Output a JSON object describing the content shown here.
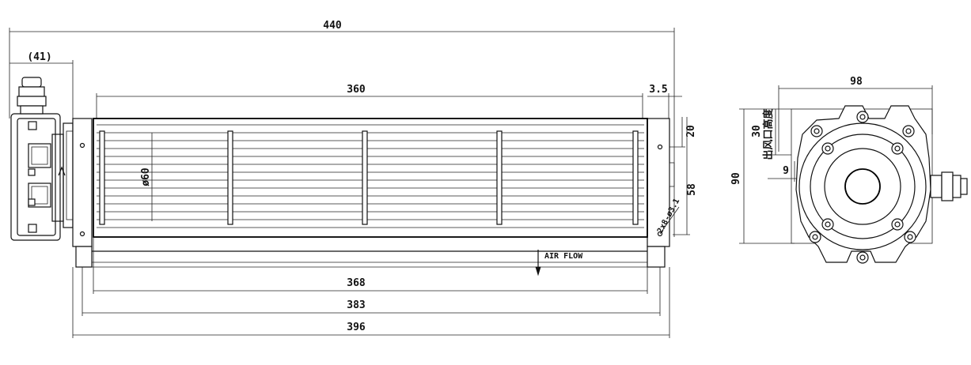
{
  "dimensions": {
    "overall_length": "440",
    "housing_offset": "(41)",
    "impeller_length": "360",
    "end_gap": "3.5",
    "hole_offset": "20",
    "impeller_diameter": "ø60",
    "side_height": "58",
    "mount_holes": "2x8-ø3.1",
    "airflow_label": "AIR FLOW",
    "span_368": "368",
    "span_383": "383",
    "span_396": "396",
    "side_width": "98",
    "outlet_height_value": "30",
    "outlet_height_label": "出风口高度",
    "side_total_height": "90",
    "side_offset": "9"
  }
}
